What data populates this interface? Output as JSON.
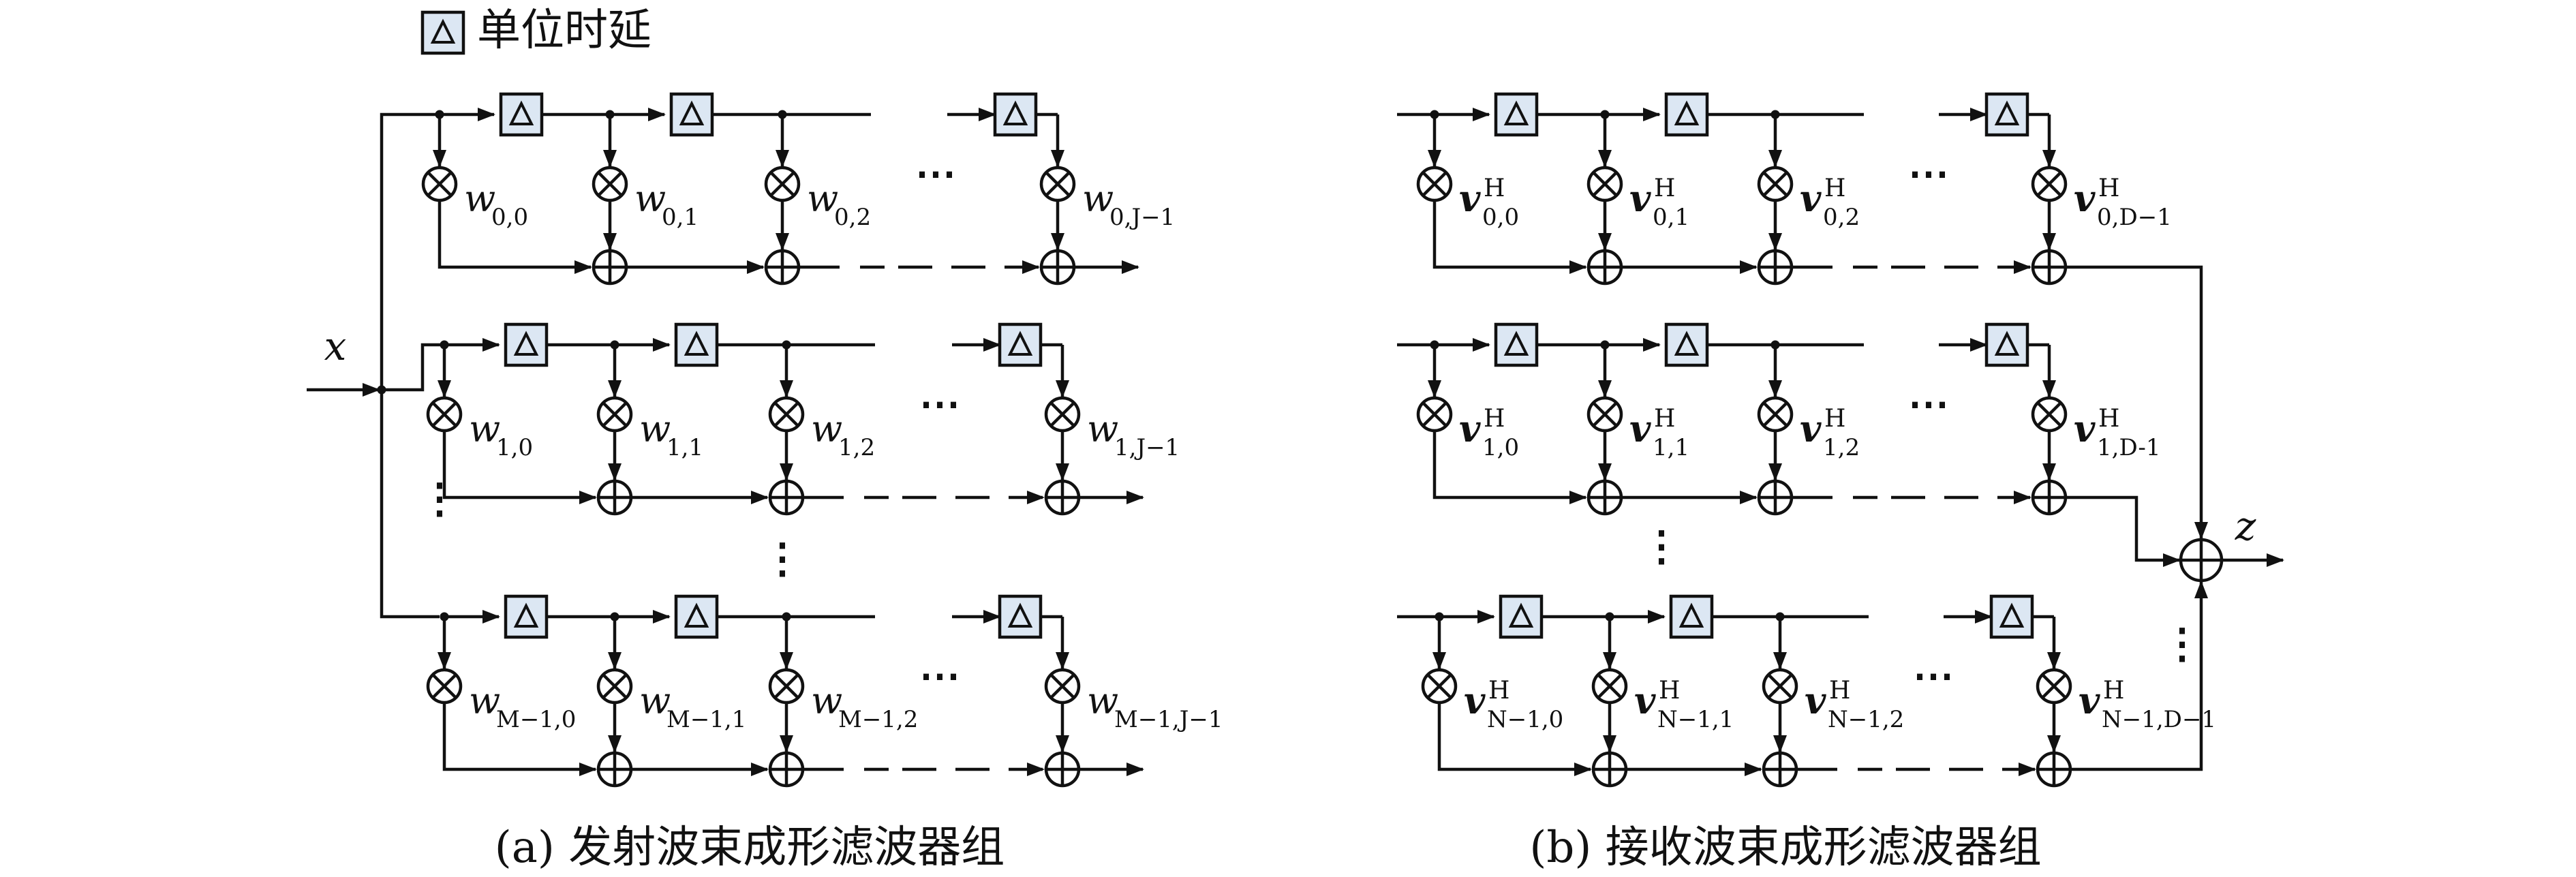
{
  "legend": {
    "label": "单位时延"
  },
  "transmit": {
    "caption": "(a) 发射波束成形滤波器组",
    "input_label": "x",
    "rows": [
      {
        "labels": [
          "w0,0",
          "w0,1",
          "w0,2",
          "w0,J−1"
        ]
      },
      {
        "labels": [
          "w1,0",
          "w1,1",
          "w1,2",
          "w1,J−1"
        ]
      },
      {
        "labels": [
          "wM−1,0",
          "wM−1,1",
          "wM−1,2",
          "wM−1,J−1"
        ]
      }
    ]
  },
  "receive": {
    "caption": "(b) 接收波束成形滤波器组",
    "output_label": "z",
    "rows": [
      {
        "labels": [
          "v0,0H",
          "v0,1H",
          "v0,2H",
          "v0,D−1H"
        ]
      },
      {
        "labels": [
          "v1,0H",
          "v1,1H",
          "v1,2H",
          "v1,D-1H"
        ]
      },
      {
        "labels": [
          "vN−1,0H",
          "vN−1,1H",
          "vN−1,2H",
          "vN−1,D−1H"
        ]
      }
    ]
  },
  "ellipsis": "⋯",
  "vertical_ellipsis": "⋮"
}
